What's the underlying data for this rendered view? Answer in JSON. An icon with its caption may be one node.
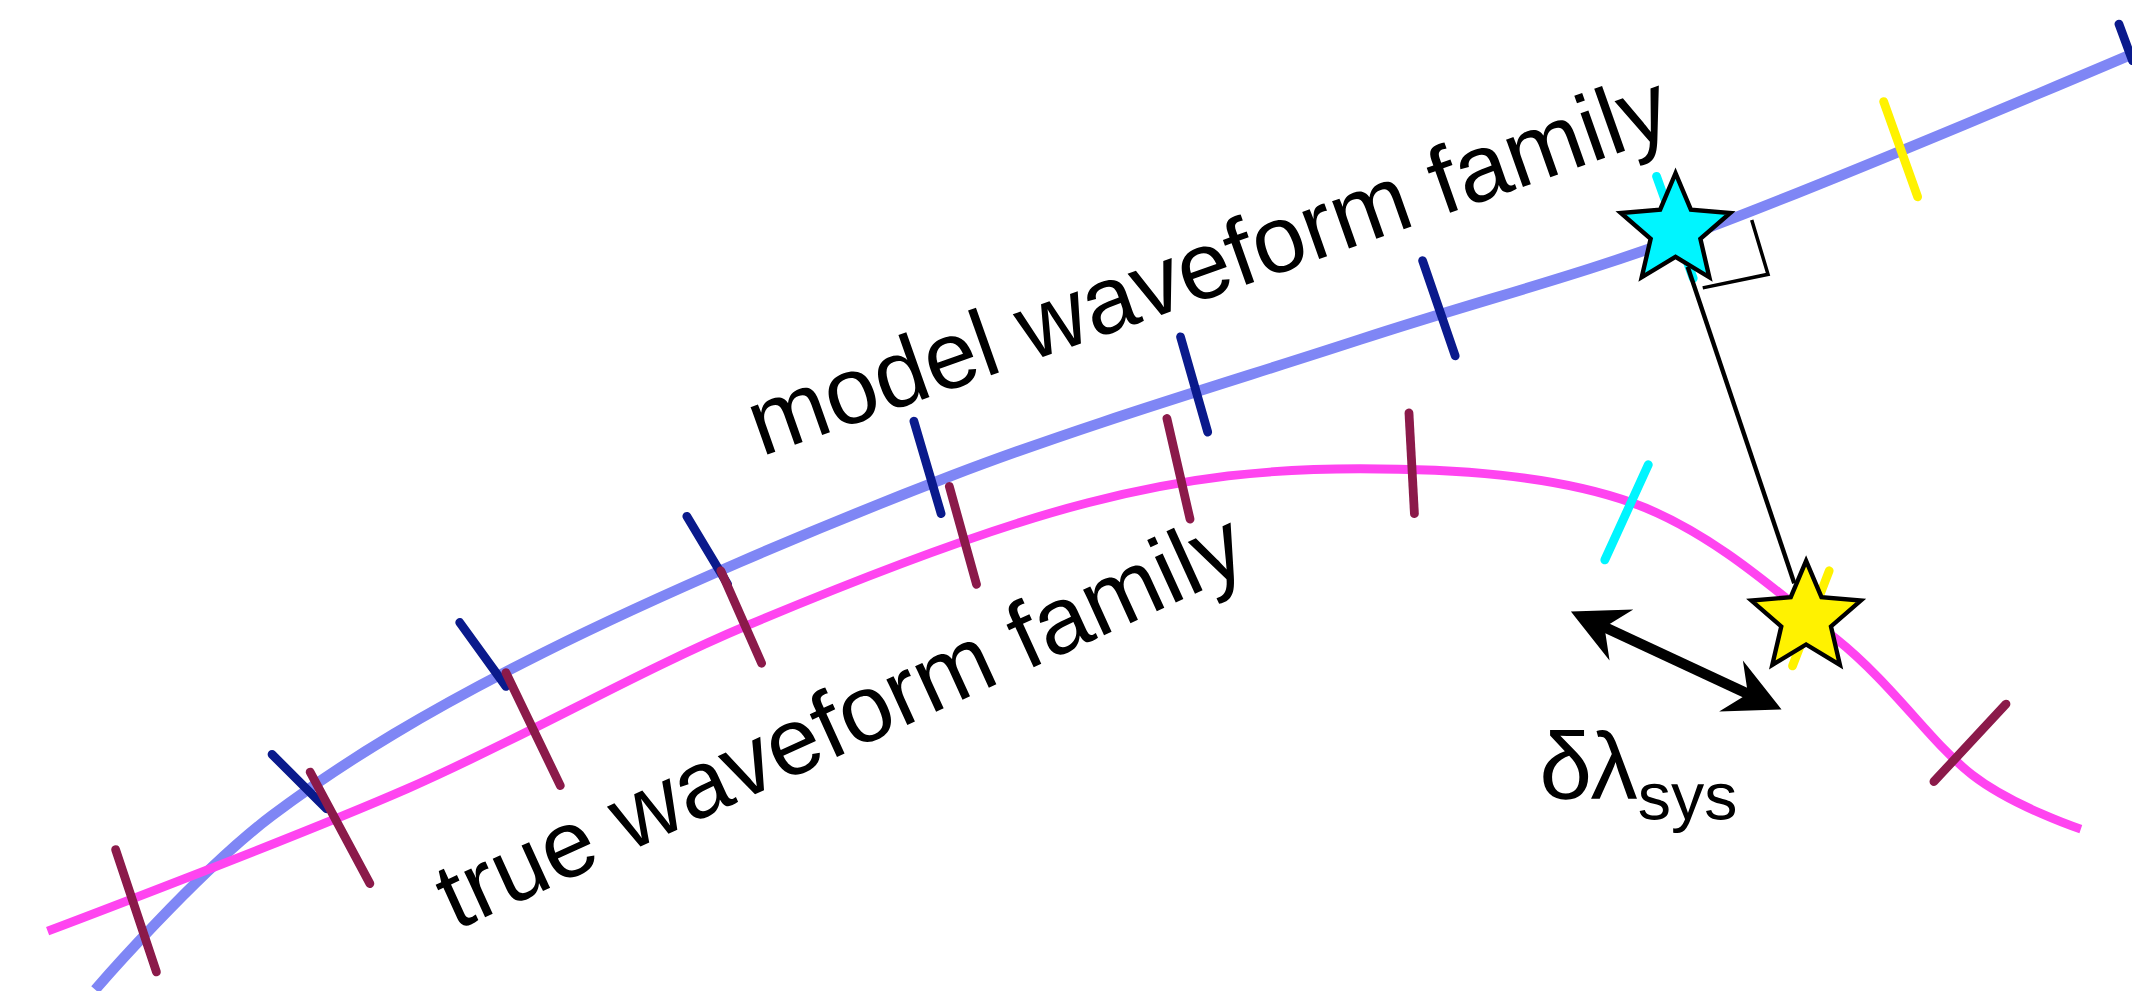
{
  "diagram": {
    "nodes": [
      {
        "text": [],
        "shape": "star"
      },
      {
        "text": [],
        "shape": "star"
      }
    ],
    "edges": [
      {
        "from": 0,
        "to": 1,
        "arrow": "none"
      }
    ],
    "labels": [
      "model waveform family",
      "true waveform family",
      "δλ$_{sys}$"
    ]
  }
}
